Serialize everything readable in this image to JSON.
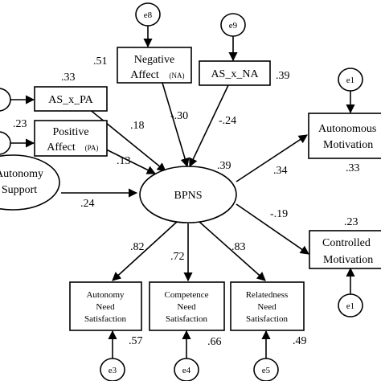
{
  "nodes": {
    "e8": "e8",
    "e9": "e9",
    "e1_top": "e1",
    "e1_bottom": "e1",
    "e3": "e3",
    "e4": "e4",
    "e5": "e5",
    "neg_affect_l1": "Negative",
    "neg_affect_l2": "Affect",
    "neg_affect_abbr": "(NA)",
    "as_x_na": "AS_x_NA",
    "as_x_pa": "AS_x_PA",
    "pos_affect_l1": "Positive",
    "pos_affect_l2": "Affect",
    "pos_affect_abbr": "(PA)",
    "autonomy_support_l1": "Autonomy",
    "autonomy_support_l2": "Support",
    "bpns": "BPNS",
    "auto_motiv_l1": "Autonomous",
    "auto_motiv_l2": "Motivation",
    "ctrl_motiv_l1": "Controlled",
    "ctrl_motiv_l2": "Motivation",
    "auto_need_l1": "Autonomy",
    "auto_need_l2": "Need",
    "auto_need_l3": "Satisfaction",
    "comp_need_l1": "Competence",
    "comp_need_l2": "Need",
    "comp_need_l3": "Satisfaction",
    "rel_need_l1": "Relatedness",
    "rel_need_l2": "Need",
    "rel_need_l3": "Satisfaction"
  },
  "coefficients": {
    "na_r2": ".51",
    "as_x_na_r2": ".39",
    "as_x_pa_r2": ".33",
    "pa_r2": ".23",
    "na_to_bpns": "-.30",
    "asxna_to_bpns": "-.24",
    "asxpa_to_bpns": ".18",
    "pa_to_bpns": ".13",
    "as_to_bpns": ".24",
    "bpns_r2": ".39",
    "bpns_to_auto": ".34",
    "bpns_to_ctrl": "-.19",
    "auto_r2": ".33",
    "ctrl_r2": ".23",
    "bpns_to_autoneed": ".82",
    "bpns_to_compneed": ".72",
    "bpns_to_relneed": ".83",
    "autoneed_r2": ".57",
    "compneed_r2": ".66",
    "relneed_r2": ".49"
  }
}
